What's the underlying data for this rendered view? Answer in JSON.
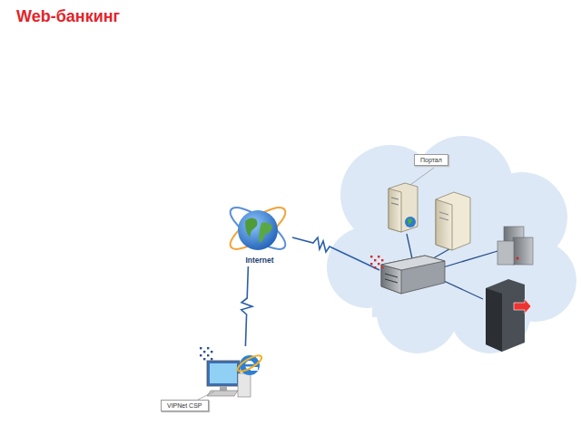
{
  "diagram": {
    "title": "Web-банкинг",
    "nodes": [
      {
        "text": [
          "Портал"
        ]
      },
      {
        "text": [
          "Internet"
        ]
      },
      {
        "text": [
          "VIPNet CSP"
        ]
      }
    ],
    "edges": [
      {
        "from": 1,
        "to": 2,
        "arrow": "none"
      }
    ]
  }
}
